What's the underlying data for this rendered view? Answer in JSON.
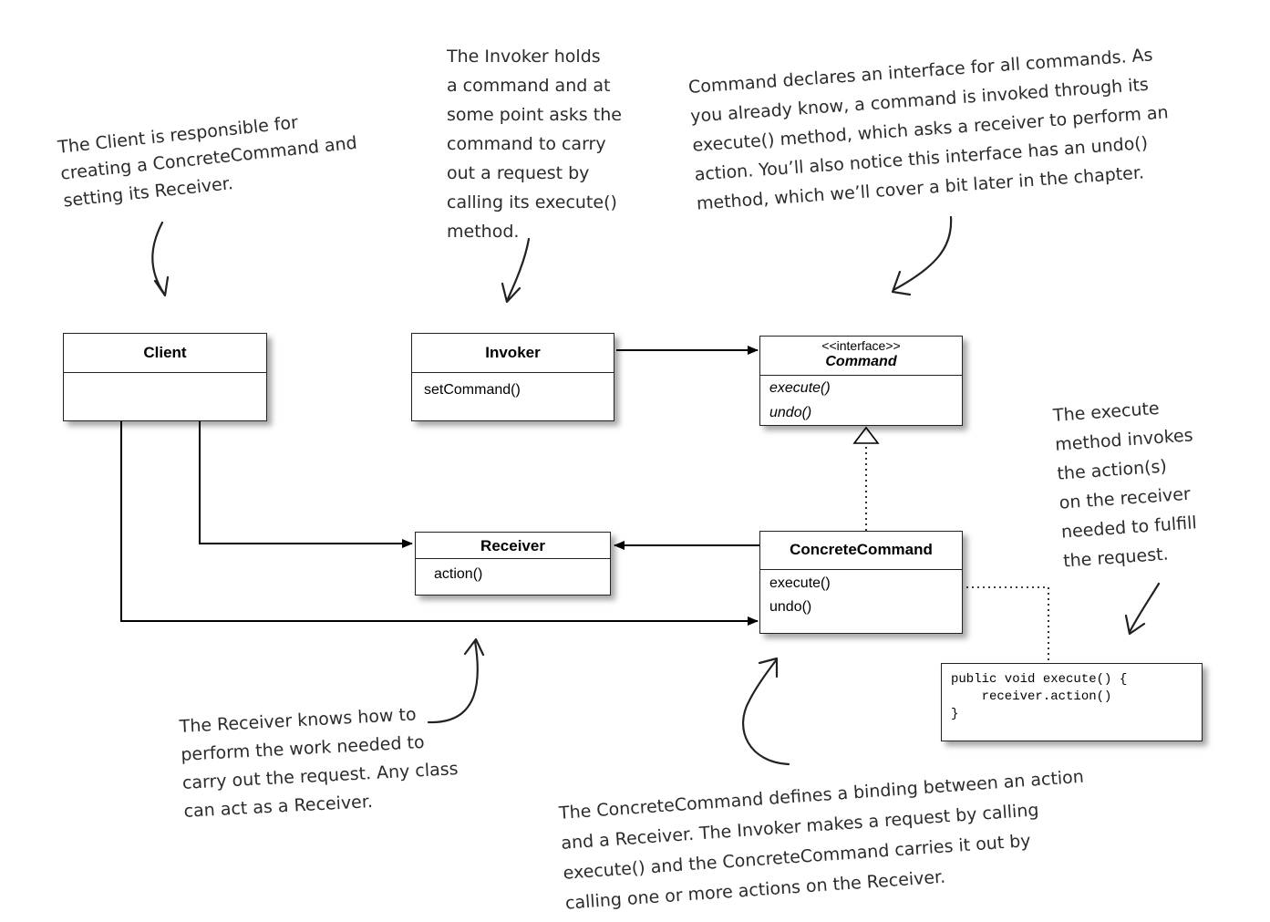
{
  "notes": {
    "client": [
      "The Client is responsible for",
      "creating a ConcreteCommand and",
      "setting its Receiver."
    ],
    "invoker": [
      "The Invoker holds",
      "a command and at",
      "some point asks the",
      "command to carry",
      "out a request by",
      "calling its execute()",
      "method."
    ],
    "command": [
      "Command declares an interface for all commands. As",
      "you already know, a command is invoked through its",
      "execute() method, which asks a receiver to perform an",
      "action.  You’ll also notice this interface has an undo()",
      "method, which we’ll cover a bit later in the chapter."
    ],
    "execute": [
      "The execute",
      "method invokes",
      "the action(s)",
      "on the receiver",
      "needed to fulfill",
      "the request."
    ],
    "receiver": [
      "The Receiver knows how to",
      "perform the work needed to",
      "carry out the request.  Any class",
      "can act as a Receiver."
    ],
    "concrete": [
      "The ConcreteCommand defines a binding between an action",
      "and a Receiver.  The Invoker makes a request by calling",
      "execute() and the ConcreteCommand carries it out by",
      "calling one or more actions on the Receiver."
    ]
  },
  "classes": {
    "client": {
      "name": "Client"
    },
    "invoker": {
      "name": "Invoker",
      "methods": [
        "setCommand()"
      ]
    },
    "command": {
      "stereotype": "<<interface>>",
      "name": "Command",
      "methods": [
        "execute()",
        "undo()"
      ]
    },
    "receiver": {
      "name": "Receiver",
      "methods": [
        "action()"
      ]
    },
    "concrete": {
      "name": "ConcreteCommand",
      "methods": [
        "execute()",
        "undo()"
      ]
    }
  },
  "code": [
    "public void execute() {",
    "    receiver.action()",
    "}"
  ]
}
